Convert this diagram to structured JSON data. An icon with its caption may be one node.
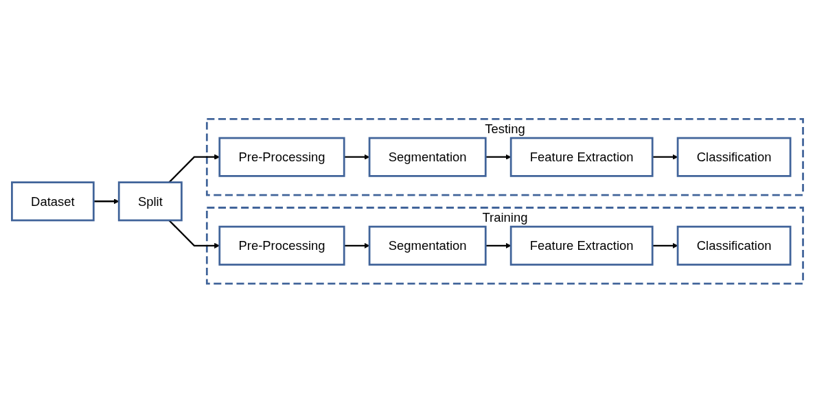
{
  "diagram": {
    "nodes": [
      {
        "text": [
          "Dataset"
        ]
      },
      {
        "text": [
          "Split"
        ]
      },
      {
        "text": [
          "Training"
        ]
      },
      {
        "text": [
          "Pre-Processing"
        ],
        "in": 2
      },
      {
        "text": [
          "Segmentation"
        ],
        "in": 2
      },
      {
        "text": [
          "Feature Extraction"
        ],
        "in": 2
      },
      {
        "text": [
          "Classification"
        ],
        "in": 2
      },
      {
        "text": [
          "Testing"
        ]
      },
      {
        "text": [
          "Pre-Processing"
        ],
        "in": 7
      },
      {
        "text": [
          "Segmentation"
        ],
        "in": 7
      },
      {
        "text": [
          "Feature Extraction"
        ],
        "in": 7
      },
      {
        "text": [
          "Classification"
        ],
        "in": 7
      }
    ],
    "edges": [
      {
        "from": 0,
        "to": 1,
        "arrow": "to"
      },
      {
        "from": 1,
        "to": 3,
        "arrow": "to"
      },
      {
        "from": 3,
        "to": 4,
        "arrow": "to"
      },
      {
        "from": 4,
        "to": 5,
        "arrow": "to"
      },
      {
        "from": 5,
        "to": 6,
        "arrow": "to"
      },
      {
        "from": 1,
        "to": 8,
        "arrow": "to"
      },
      {
        "from": 8,
        "to": 9,
        "arrow": "to"
      },
      {
        "from": 9,
        "to": 10,
        "arrow": "to"
      },
      {
        "from": 10,
        "to": 11,
        "arrow": "to"
      }
    ]
  }
}
